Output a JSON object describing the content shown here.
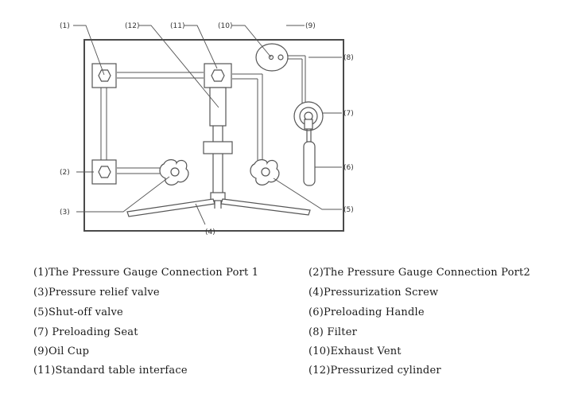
{
  "diagram": {
    "callouts": {
      "c1": "(1)",
      "c12": "(12)",
      "c11": "(11)",
      "c10": "(10)",
      "c9": "(9)",
      "c8": "(8)",
      "c7": "(7)",
      "c6": "(6)",
      "c5": "(5)",
      "c4": "(4)",
      "c3": "(3)",
      "c2": "(2)"
    },
    "colors": {
      "line": "#555555",
      "frame": "#4a4a4a",
      "fill": "#ffffff"
    }
  },
  "legend": {
    "rows": [
      {
        "left": "(1)The Pressure Gauge Connection Port 1",
        "right": "(2)The Pressure Gauge Connection Port2"
      },
      {
        "left": "(3)Pressure relief valve",
        "right": "(4)Pressurization Screw"
      },
      {
        "left": "(5)Shut-off valve",
        "right": "(6)Preloading Handle"
      },
      {
        "left": "(7) Preloading Seat",
        "right": "(8) Filter"
      },
      {
        "left": "(9)Oil Cup",
        "right": "(10)Exhaust Vent"
      },
      {
        "left": "(11)Standard table interface",
        "right": "(12)Pressurized cylinder"
      }
    ]
  }
}
